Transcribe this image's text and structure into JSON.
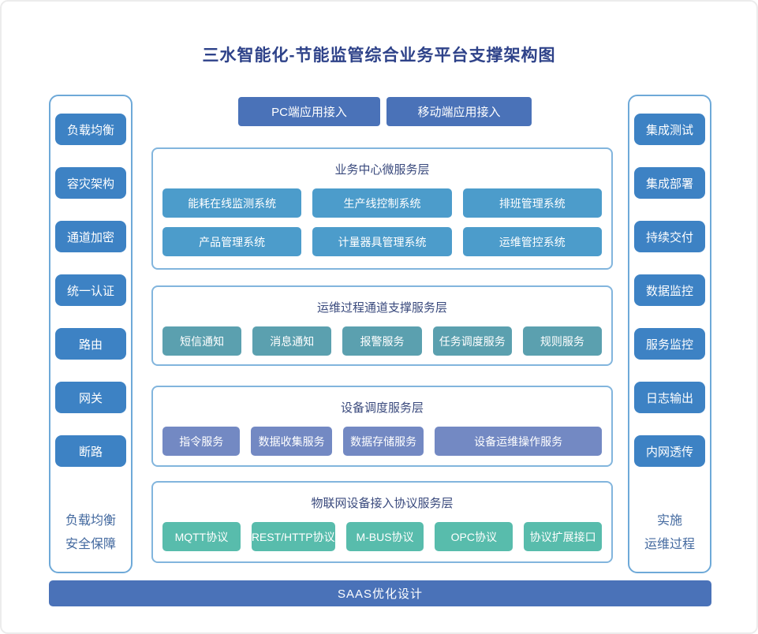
{
  "title": "三水智能化-节能监管综合业务平台支撑架构图",
  "palette": {
    "title_text": "#2e4289",
    "layer_title_text": "#3a4a7d",
    "caption_text": "#43699f",
    "panel_border": "#6ea9d8",
    "sidebar_button": "#3d82c4",
    "top_button": "#4a72b8",
    "layer1_box": "#4c9ccb",
    "layer2_box": "#5ba0af",
    "layer3_box": "#7389c3",
    "layer4_box": "#58bcac",
    "bottom_bar": "#4a72b8"
  },
  "left_panel": {
    "items": [
      {
        "label": "负载均衡"
      },
      {
        "label": "容灾架构"
      },
      {
        "label": "通道加密"
      },
      {
        "label": "统一认证"
      },
      {
        "label": "路由"
      },
      {
        "label": "网关"
      },
      {
        "label": "断路"
      }
    ],
    "caption_line1": "负载均衡",
    "caption_line2": "安全保障"
  },
  "right_panel": {
    "items": [
      {
        "label": "集成测试"
      },
      {
        "label": "集成部署"
      },
      {
        "label": "持续交付"
      },
      {
        "label": "数据监控"
      },
      {
        "label": "服务监控"
      },
      {
        "label": "日志输出"
      },
      {
        "label": "内网透传"
      }
    ],
    "caption_line1": "实施",
    "caption_line2": "运维过程"
  },
  "top_buttons": [
    {
      "label": "PC端应用接入"
    },
    {
      "label": "移动端应用接入"
    }
  ],
  "layers": [
    {
      "title": "业务中心微服务层",
      "rows": [
        [
          "能耗在线监测系统",
          "生产线控制系统",
          "排班管理系统"
        ],
        [
          "产品管理系统",
          "计量器具管理系统",
          "运维管控系统"
        ]
      ]
    },
    {
      "title": "运维过程通道支撑服务层",
      "items": [
        "短信通知",
        "消息通知",
        "报警服务",
        "任务调度服务",
        "规则服务"
      ]
    },
    {
      "title": "设备调度服务层",
      "items": [
        "指令服务",
        "数据收集服务",
        "数据存储服务",
        "设备运维操作服务"
      ]
    },
    {
      "title": "物联网设备接入协议服务层",
      "items": [
        "MQTT协议",
        "REST/HTTP协议",
        "M-BUS协议",
        "OPC协议",
        "协议扩展接口"
      ]
    }
  ],
  "bottom_bar": {
    "label": "SAAS优化设计"
  }
}
